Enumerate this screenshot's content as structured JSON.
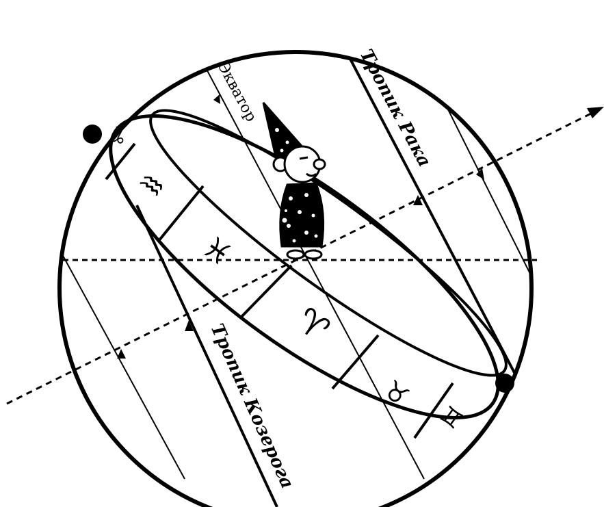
{
  "diagram": {
    "labels": {
      "equator": "Экватор",
      "tropic_cancer": "Тропик Рака",
      "tropic_capricorn": "Тропик Козерога"
    },
    "zodiac_signs": [
      {
        "name": "capricorn-sign",
        "glyph": "♑"
      },
      {
        "name": "aquarius-sign",
        "glyph": "♒"
      },
      {
        "name": "pisces-sign",
        "glyph": "♓"
      },
      {
        "name": "aries-sign",
        "glyph": "♈"
      },
      {
        "name": "taurus-sign",
        "glyph": "♉"
      },
      {
        "name": "gemini-sign",
        "glyph": "♊"
      }
    ],
    "colors": {
      "ink": "#000000",
      "background": "#ffffff"
    }
  }
}
